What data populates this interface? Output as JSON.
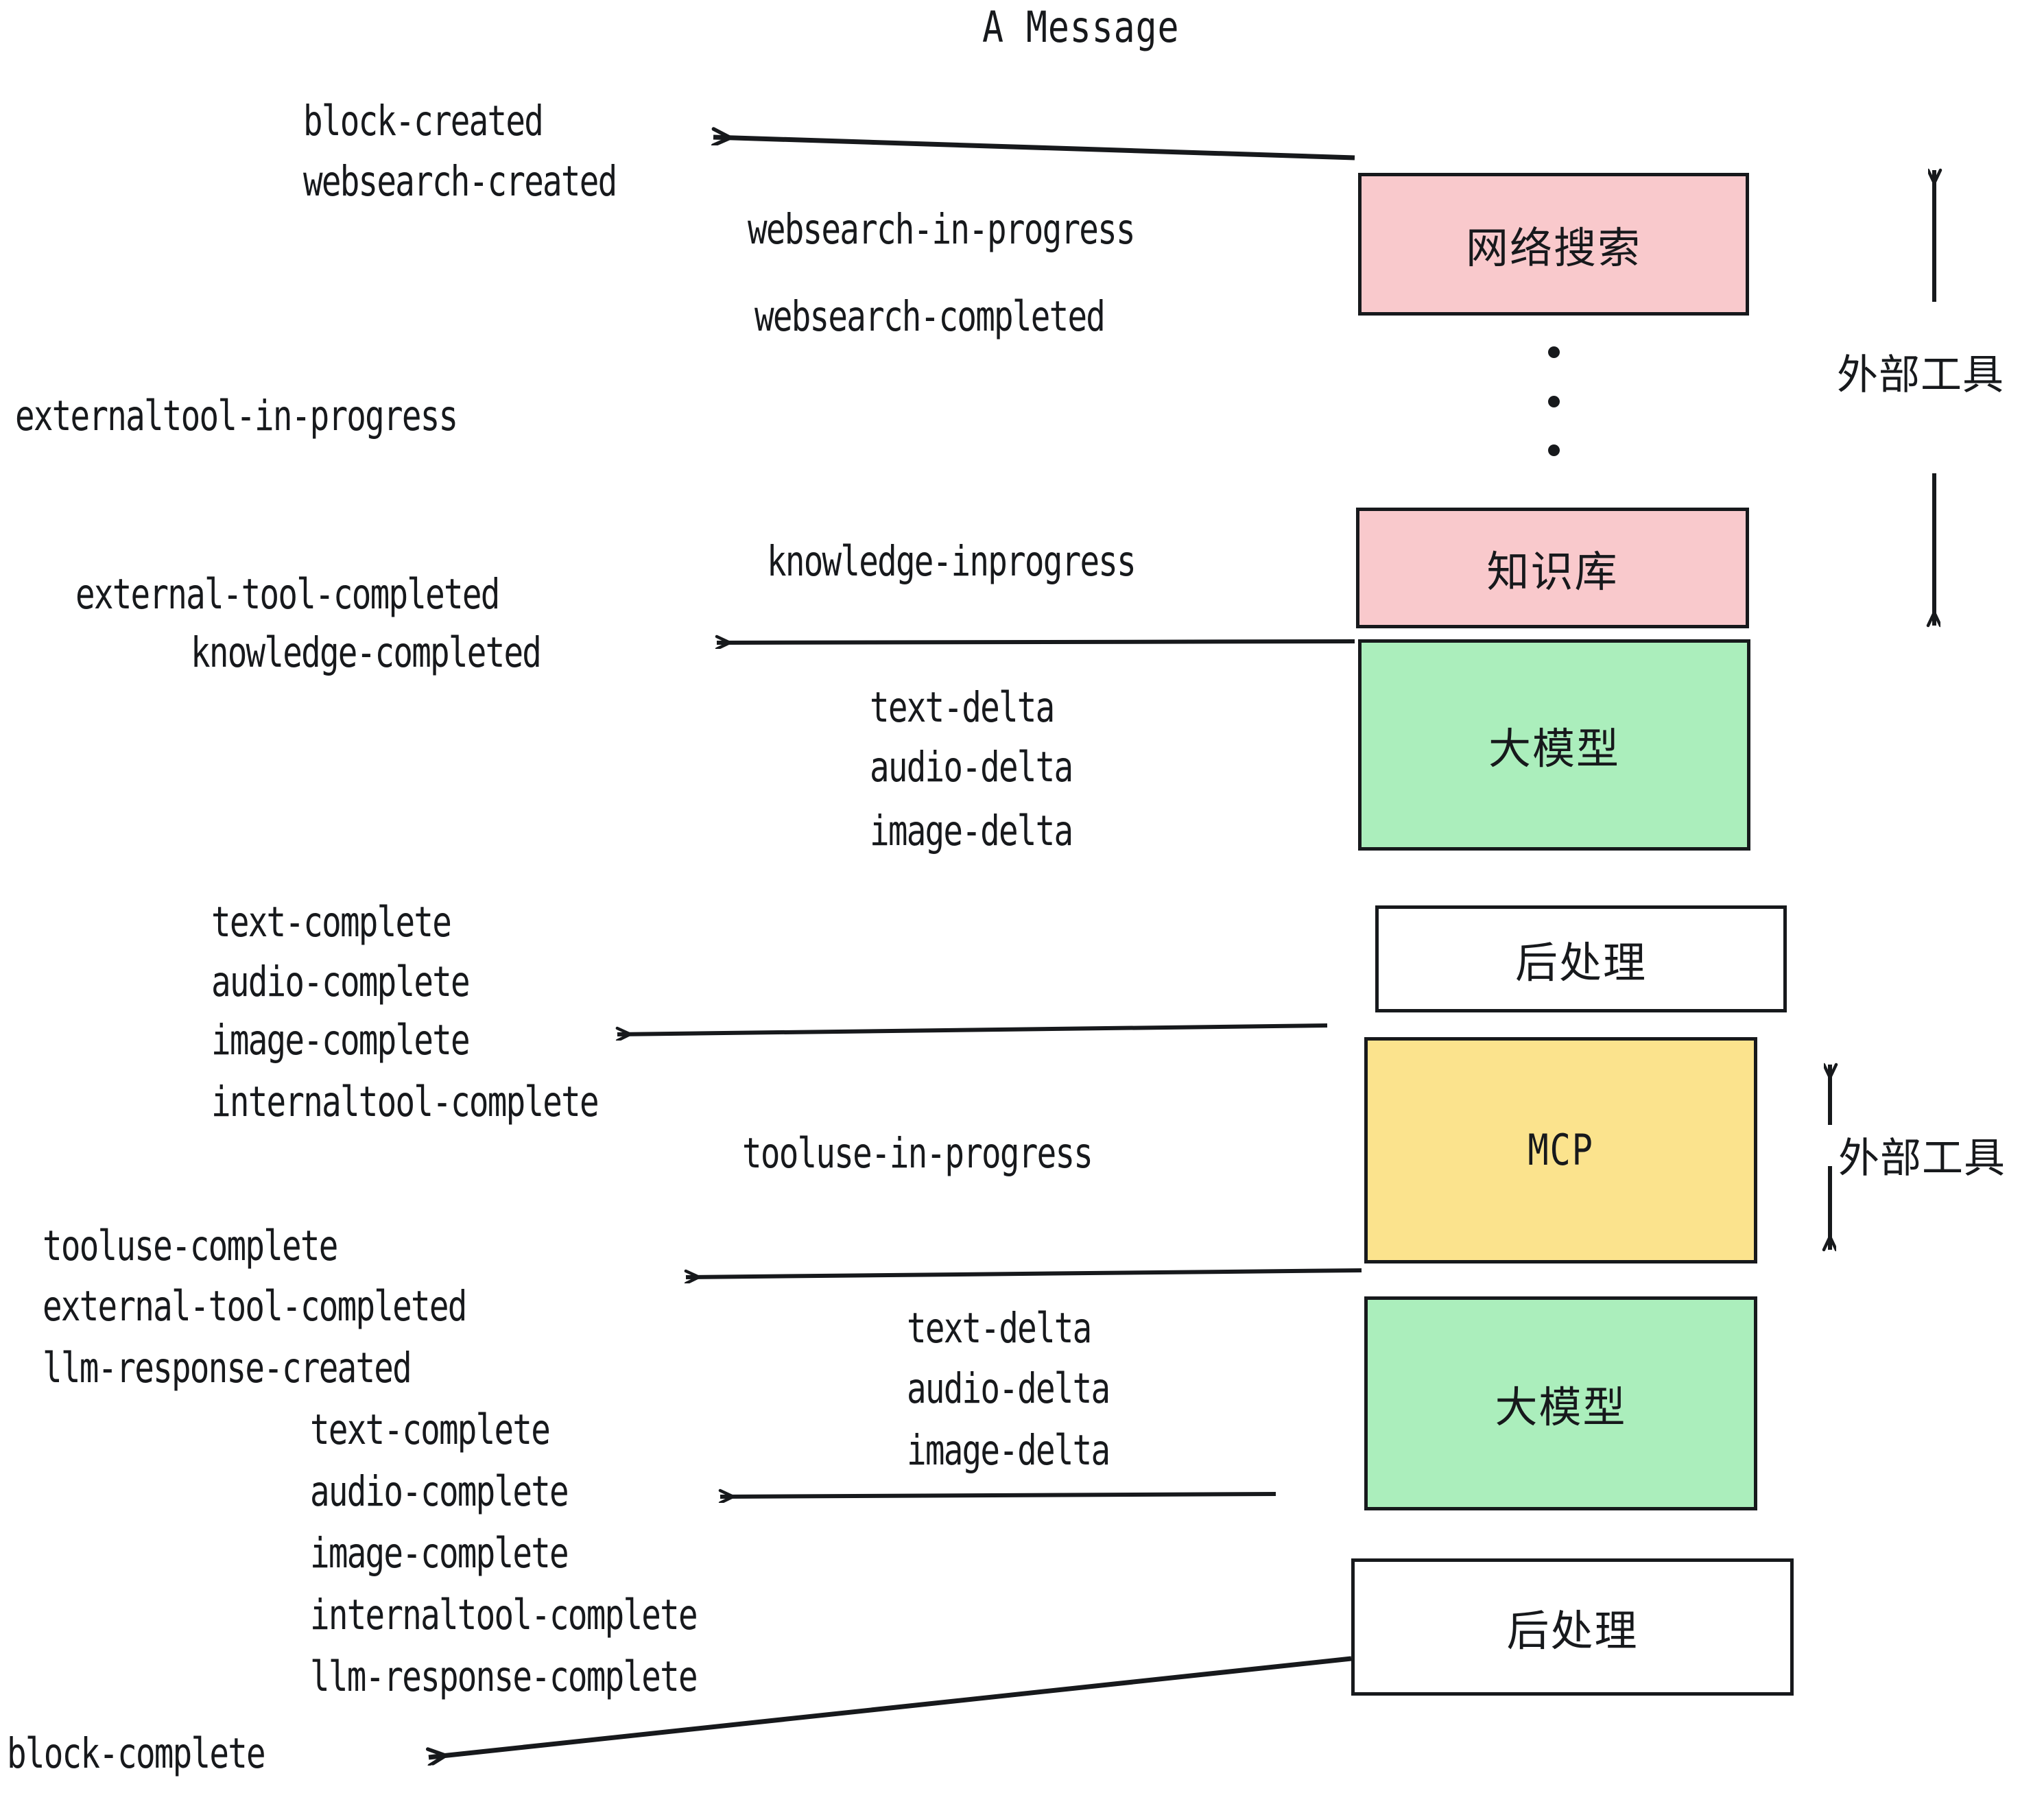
{
  "title": "A Message",
  "boxes": [
    {
      "id": "websearch",
      "label": "网络搜索",
      "color": "#f9c9cc"
    },
    {
      "id": "knowledge",
      "label": "知识库",
      "color": "#f9c9cc"
    },
    {
      "id": "llm-top",
      "label": "大模型",
      "color": "#abeebc"
    },
    {
      "id": "postprocess-top",
      "label": "后处理",
      "color": "#ffffff"
    },
    {
      "id": "mcp",
      "label": "MCP",
      "color": "#fbe38d"
    },
    {
      "id": "llm-bottom",
      "label": "大模型",
      "color": "#abeebc"
    },
    {
      "id": "postprocess-bottom",
      "label": "后处理",
      "color": "#ffffff"
    }
  ],
  "side_labels": [
    {
      "id": "external-tool-top",
      "label": "外部工具"
    },
    {
      "id": "external-tool-bottom",
      "label": "外部工具"
    }
  ],
  "events": [
    {
      "id": "block-created",
      "text": "block-created"
    },
    {
      "id": "websearch-created",
      "text": "websearch-created"
    },
    {
      "id": "websearch-in-progress",
      "text": "websearch-in-progress"
    },
    {
      "id": "websearch-completed",
      "text": "websearch-completed"
    },
    {
      "id": "externaltool-in-progress",
      "text": "externaltool-in-progress"
    },
    {
      "id": "knowledge-inprogress",
      "text": "knowledge-inprogress"
    },
    {
      "id": "external-tool-completed-1",
      "text": "external-tool-completed"
    },
    {
      "id": "knowledge-completed",
      "text": "knowledge-completed"
    },
    {
      "id": "text-delta-1",
      "text": "text-delta"
    },
    {
      "id": "audio-delta-1",
      "text": "audio-delta"
    },
    {
      "id": "image-delta-1",
      "text": "image-delta"
    },
    {
      "id": "text-complete-1",
      "text": "text-complete"
    },
    {
      "id": "audio-complete-1",
      "text": "audio-complete"
    },
    {
      "id": "image-complete-1",
      "text": "image-complete"
    },
    {
      "id": "internaltool-complete-1",
      "text": "internaltool-complete"
    },
    {
      "id": "tooluse-in-progress",
      "text": "tooluse-in-progress"
    },
    {
      "id": "tooluse-complete",
      "text": "tooluse-complete"
    },
    {
      "id": "external-tool-completed-2",
      "text": "external-tool-completed"
    },
    {
      "id": "llm-response-created",
      "text": "llm-response-created"
    },
    {
      "id": "text-delta-2",
      "text": "text-delta"
    },
    {
      "id": "audio-delta-2",
      "text": "audio-delta"
    },
    {
      "id": "image-delta-2",
      "text": "image-delta"
    },
    {
      "id": "text-complete-2",
      "text": "text-complete"
    },
    {
      "id": "audio-complete-2",
      "text": "audio-complete"
    },
    {
      "id": "image-complete-2",
      "text": "image-complete"
    },
    {
      "id": "internaltool-complete-2",
      "text": "internaltool-complete"
    },
    {
      "id": "llm-response-complete",
      "text": "llm-response-complete"
    },
    {
      "id": "block-complete",
      "text": "block-complete"
    }
  ],
  "colors": {
    "stroke": "#17191c",
    "pink": "#f9c9cc",
    "green": "#abeebc",
    "yellow": "#fbe38d",
    "white": "#ffffff",
    "background": "#ffffff"
  }
}
